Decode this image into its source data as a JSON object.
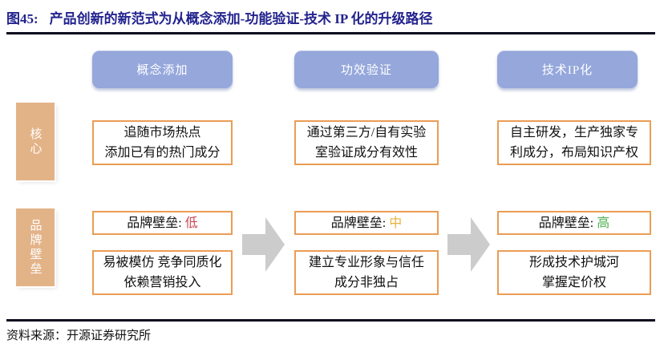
{
  "figure": {
    "label": "图45:",
    "title": "产品创新的新范式为从概念添加-功能验证-技术 IP 化的升级路径"
  },
  "row_labels": {
    "core": "核心",
    "barrier": "品牌壁垒"
  },
  "stages": [
    {
      "header": "概念添加",
      "core_lines": [
        "追随市场热点",
        "添加已有的热门成分"
      ],
      "barrier_prefix": "品牌壁垒: ",
      "barrier_level": "低",
      "barrier_color": "#CC4650",
      "desc_lines": [
        "易被模仿 竞争同质化",
        "依赖营销投入"
      ]
    },
    {
      "header": "功效验证",
      "core_lines": [
        "通过第三方/自有实验",
        "室验证成分有效性"
      ],
      "barrier_prefix": "品牌壁垒: ",
      "barrier_level": "中",
      "barrier_color": "#E9B33C",
      "desc_lines": [
        "建立专业形象与信任",
        "成分非独占"
      ]
    },
    {
      "header": "技术IP化",
      "core_lines": [
        "自主研发，生产独家专",
        "利成分，布局知识产权"
      ],
      "barrier_prefix": "品牌壁垒: ",
      "barrier_level": "高",
      "barrier_color": "#4CB050",
      "desc_lines": [
        "形成技术护城河",
        "掌握定价权"
      ]
    }
  ],
  "footer": {
    "source": "资料来源：开源证券研究所"
  },
  "colors": {
    "title_navy": "#23238E",
    "header_blue": "#95A7DB",
    "label_tan": "#E3B388",
    "box_border_orange": "#EA9D55",
    "arrow_gray": "#CCCCCC",
    "level_low_red": "#CC4650",
    "level_mid_gold": "#E9B33C",
    "level_high_green": "#4CB050"
  }
}
